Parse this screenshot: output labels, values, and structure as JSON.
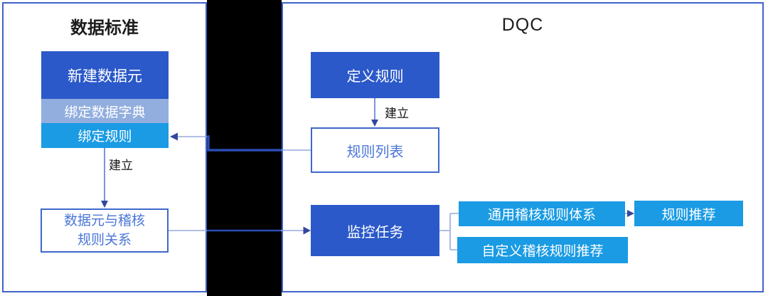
{
  "colors": {
    "primary-blue": "#2b59c9",
    "light-periwinkle": "#92aede",
    "cyan-blue": "#1a9be4",
    "panel-border": "#4063c9",
    "outline-box-border": "#3e68cc",
    "outline-box-text": "#4a76d8",
    "connector-light": "#97a9de",
    "connector-mid": "#5b79d6",
    "connector-dark": "#2b4cb4",
    "arrowhead": "#33479f",
    "band": "#000000",
    "title-text": "#1c1c1c",
    "box-text": "#ffffff",
    "page-bg": "#ffffff"
  },
  "panels": {
    "left": {
      "title": "数据标准",
      "box_create": "新建数据元",
      "box_bind_dict": "绑定数据字典",
      "box_bind_rule": "绑定规则",
      "edge_label": "建立",
      "box_relation_line1": "数据元与稽核",
      "box_relation_line2": "规则关系"
    },
    "right": {
      "title": "DQC",
      "box_define_rule": "定义规则",
      "edge_label": "建立",
      "box_rule_list": "规则列表",
      "box_monitor_task": "监控任务",
      "box_general_rule_system": "通用稽核规则体系",
      "box_rule_recommend": "规则推荐",
      "box_custom_rule_recommend": "自定义稽核规则推荐"
    }
  }
}
